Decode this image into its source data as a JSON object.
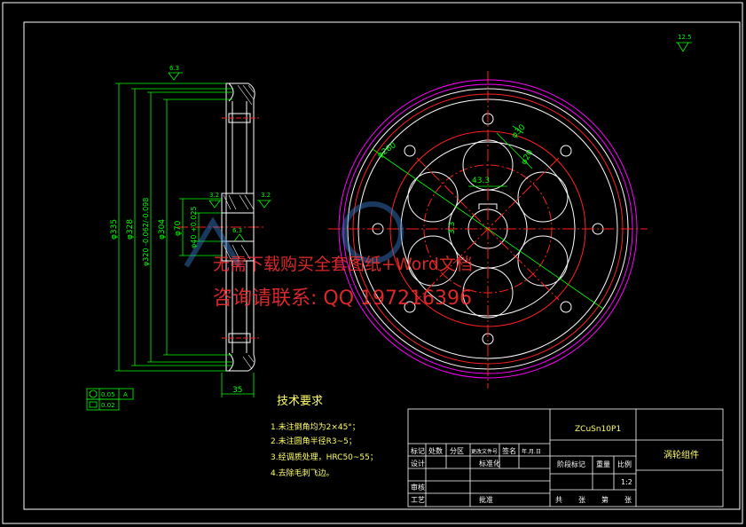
{
  "colors": {
    "background": "#000000",
    "border": "#ffffff",
    "dimension": "#00ff00",
    "centerline": "#ff2020",
    "outer_ring": "#ff00ff",
    "annotation_text": "#ffff66",
    "watermark": "#ff3030"
  },
  "section_view": {
    "dims": {
      "d335": "φ335",
      "d328": "φ328",
      "d320": "φ320 -0.062/-0.098",
      "d304": "φ304",
      "d70": "φ70",
      "d40": "φ40 +0.025",
      "width": "35",
      "roughness_top": "6.3",
      "roughness_hub": "3.2",
      "roughness_hub2": "3.2",
      "roughness_mid": "6.3"
    },
    "tolerance_frame": {
      "row1": [
        "0.05",
        "A"
      ],
      "row2": [
        "0.02"
      ]
    }
  },
  "front_view": {
    "dims": {
      "hole_pcd": "φ260",
      "hole_dia": "φ20",
      "bolt": "φ30",
      "keyway": "43.3",
      "hub": "3.3"
    }
  },
  "roughness_corner": "12.5",
  "tech_requirements": {
    "title": "技术要求",
    "items": [
      "1.未注倒角均为2×45°；",
      "2.未注圆角半径R3~5；",
      "3.经调质处理，HRC50~55；",
      "4.去除毛刺飞边。"
    ]
  },
  "title_block": {
    "material": "ZCuSn10P1",
    "part_name": "涡轮组件",
    "scale_label": "比例",
    "scale": "1:2",
    "weight_label": "重量",
    "stage_label": "阶段标记",
    "headers": [
      "标记",
      "处数",
      "分区",
      "更改文件号",
      "签名",
      "年.月.日"
    ],
    "row_design": [
      "设计",
      "标准化"
    ],
    "row_review": "审核",
    "row_process": [
      "工艺",
      "批准"
    ],
    "sheet": [
      "共",
      "张",
      "第",
      "张"
    ]
  },
  "watermark": {
    "line1": "无需下载购买全套图纸+Word文档",
    "line2": "咨询请联系: QQ 197216396"
  }
}
